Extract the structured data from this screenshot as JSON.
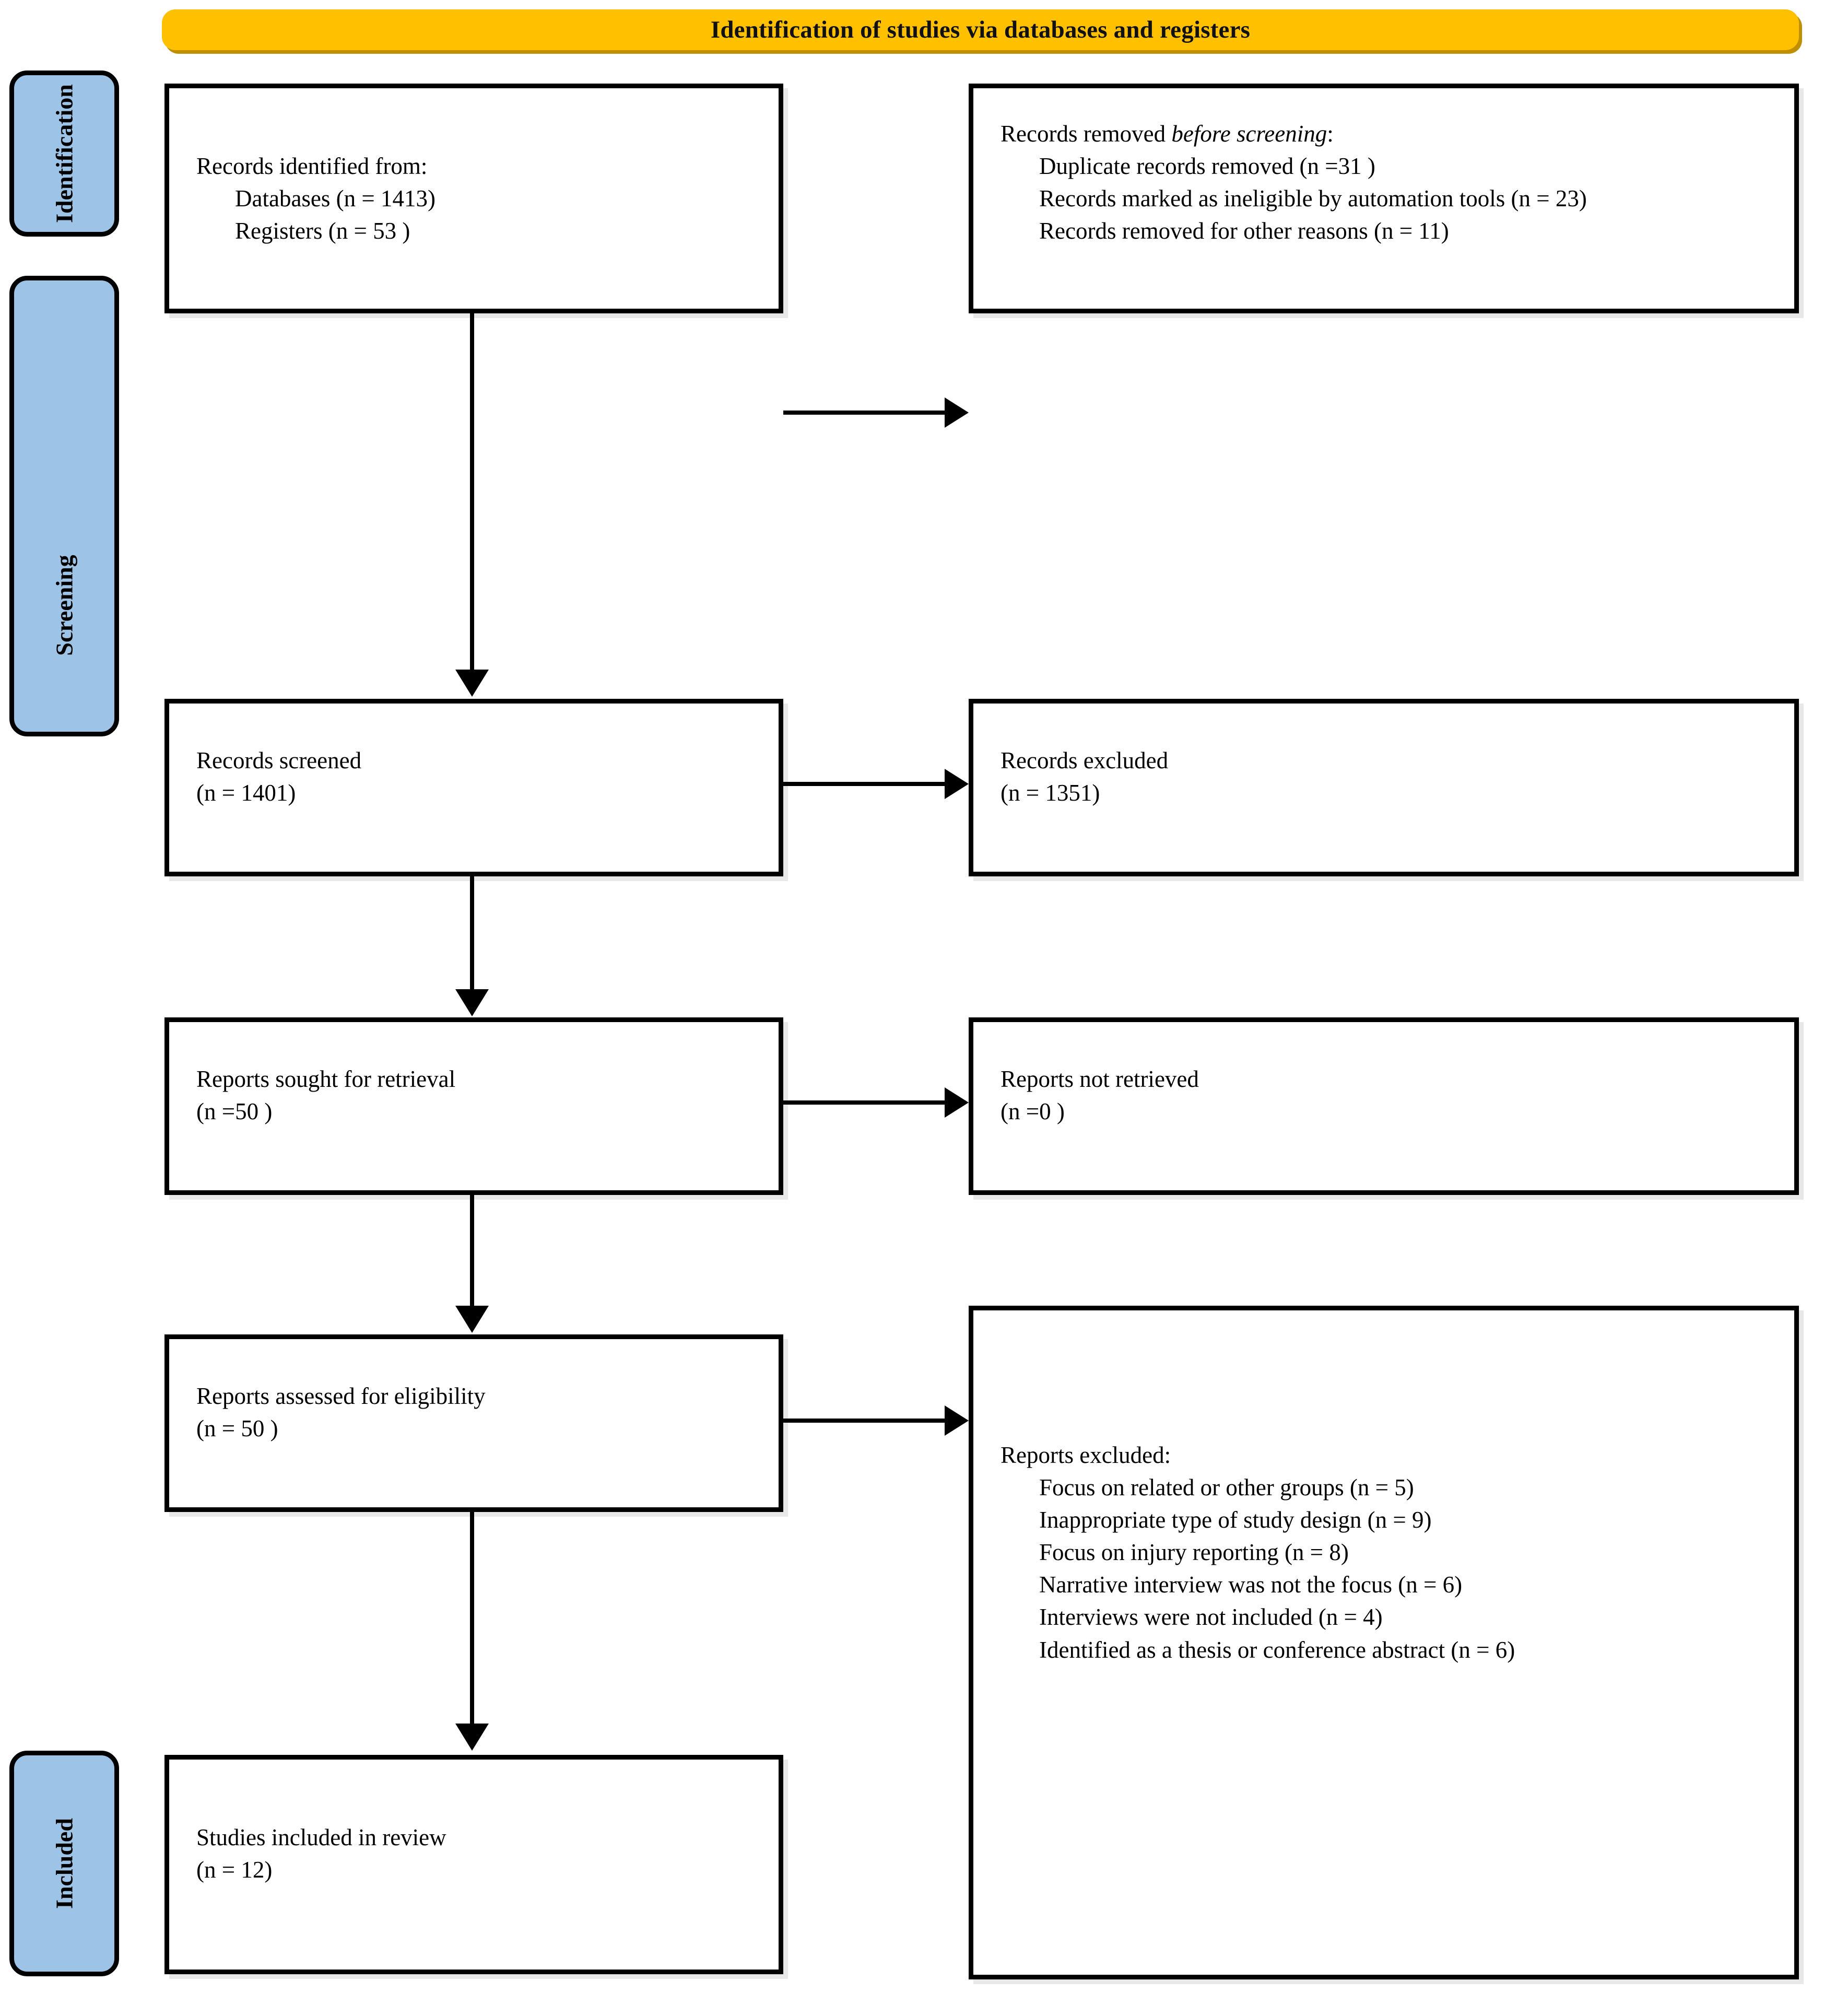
{
  "banner": {
    "title": "Identification of studies via databases and registers"
  },
  "stages": [
    {
      "id": "identification",
      "label": "Identification"
    },
    {
      "id": "screening",
      "label": "Screening"
    },
    {
      "id": "included",
      "label": "Included"
    }
  ],
  "boxes": {
    "identified": {
      "heading": "Records identified from:",
      "items": [
        "Databases (n = 1413)",
        "Registers (n = 53 )"
      ]
    },
    "removed": {
      "heading_prefix": "Records removed ",
      "heading_italic": "before screening",
      "heading_suffix": ":",
      "items": [
        "Duplicate records removed (n =31 )",
        "Records marked as ineligible by automation tools (n = 23)",
        "Records removed for other reasons (n = 11)"
      ]
    },
    "screened": {
      "line1": "Records screened",
      "line2": "(n = 1401)"
    },
    "excluded": {
      "line1": "Records excluded",
      "line2": "(n = 1351)"
    },
    "sought": {
      "line1": "Reports sought for retrieval",
      "line2": "(n =50 )"
    },
    "notretrieved": {
      "line1": "Reports not retrieved",
      "line2": "(n =0 )"
    },
    "assessed": {
      "line1": "Reports assessed for eligibility",
      "line2": "(n = 50 )"
    },
    "repexcluded": {
      "heading": "Reports excluded:",
      "items": [
        "Focus on related or other groups (n = 5)",
        "Inappropriate type of study design (n = 9)",
        "Focus on injury reporting (n = 8)",
        "Narrative interview was not the focus (n = 6)",
        "Interviews were not included (n = 4)",
        "Identified as a thesis or conference abstract (n = 6)"
      ]
    },
    "included": {
      "line1": "Studies included in review",
      "line2": "(n = 12)"
    }
  },
  "colors": {
    "banner_fill": "#FFC000",
    "banner_shadow": "#C08F00",
    "stage_fill": "#9DC3E6",
    "box_border": "#000000",
    "box_fill": "#FFFFFF",
    "arrow": "#000000"
  },
  "arrows": [
    {
      "id": "identified-to-removed",
      "direction": "right"
    },
    {
      "id": "identified-to-screened",
      "direction": "down"
    },
    {
      "id": "screened-to-excluded",
      "direction": "right"
    },
    {
      "id": "screened-to-sought",
      "direction": "down"
    },
    {
      "id": "sought-to-notretrieved",
      "direction": "right"
    },
    {
      "id": "sought-to-assessed",
      "direction": "down"
    },
    {
      "id": "assessed-to-repexcluded",
      "direction": "right"
    },
    {
      "id": "assessed-to-included",
      "direction": "down"
    }
  ]
}
